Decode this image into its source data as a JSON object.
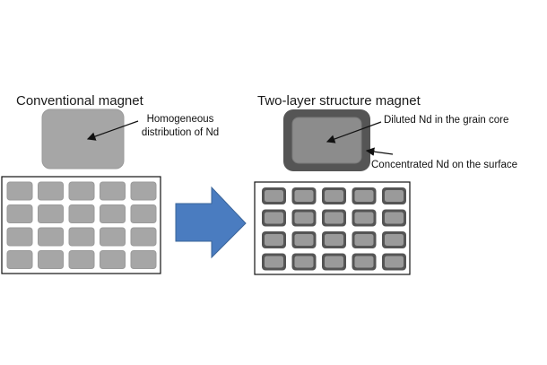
{
  "conventional": {
    "title": "Conventional magnet",
    "annotation_line1": "Homogeneous",
    "annotation_line2": "distribution of Nd",
    "grain_fill": "#a6a6a6",
    "grain_border": "#9a9a9a"
  },
  "two_layer": {
    "title": "Two-layer structure magnet",
    "core_label": "Diluted Nd in the grain core",
    "surface_label": "Concentrated Nd on the surface",
    "shell_fill": "#555555",
    "core_fill": "#8c8c8c"
  },
  "arrow": {
    "fill": "#4a7cc0",
    "stroke": "#3a6499"
  },
  "grid": {
    "rows": 4,
    "cols": 5
  }
}
